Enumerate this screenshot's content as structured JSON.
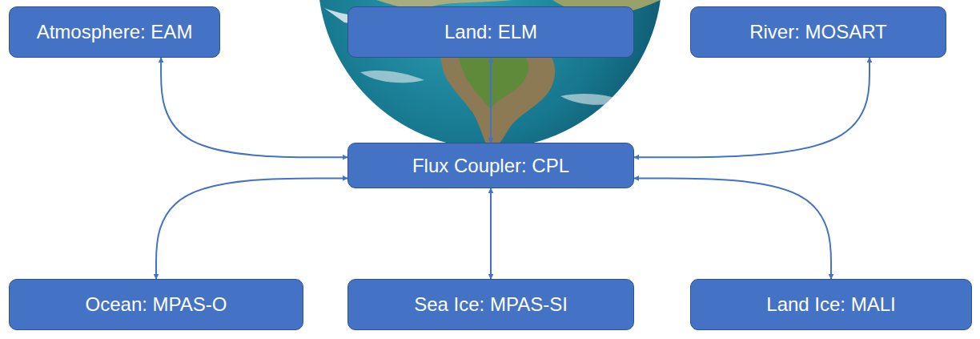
{
  "diagram": {
    "nodes": [
      {
        "text": [
          "Atmosphere: EAM"
        ]
      },
      {
        "text": [
          "Land: ELM"
        ]
      },
      {
        "text": [
          "River: MOSART"
        ]
      },
      {
        "text": [
          "Flux Coupler: CPL"
        ]
      },
      {
        "text": [
          "Ocean: MPAS-O"
        ]
      },
      {
        "text": [
          "Sea Ice: MPAS-SI"
        ]
      },
      {
        "text": [
          "Land Ice: MALI"
        ]
      }
    ],
    "edges": [
      {
        "from": 0,
        "to": 3,
        "arrow": "both"
      },
      {
        "from": 1,
        "to": 3,
        "arrow": "both"
      },
      {
        "from": 2,
        "to": 3,
        "arrow": "both"
      },
      {
        "from": 4,
        "to": 3,
        "arrow": "both"
      },
      {
        "from": 5,
        "to": 3,
        "arrow": "both"
      },
      {
        "from": 6,
        "to": 3,
        "arrow": "both"
      }
    ]
  }
}
